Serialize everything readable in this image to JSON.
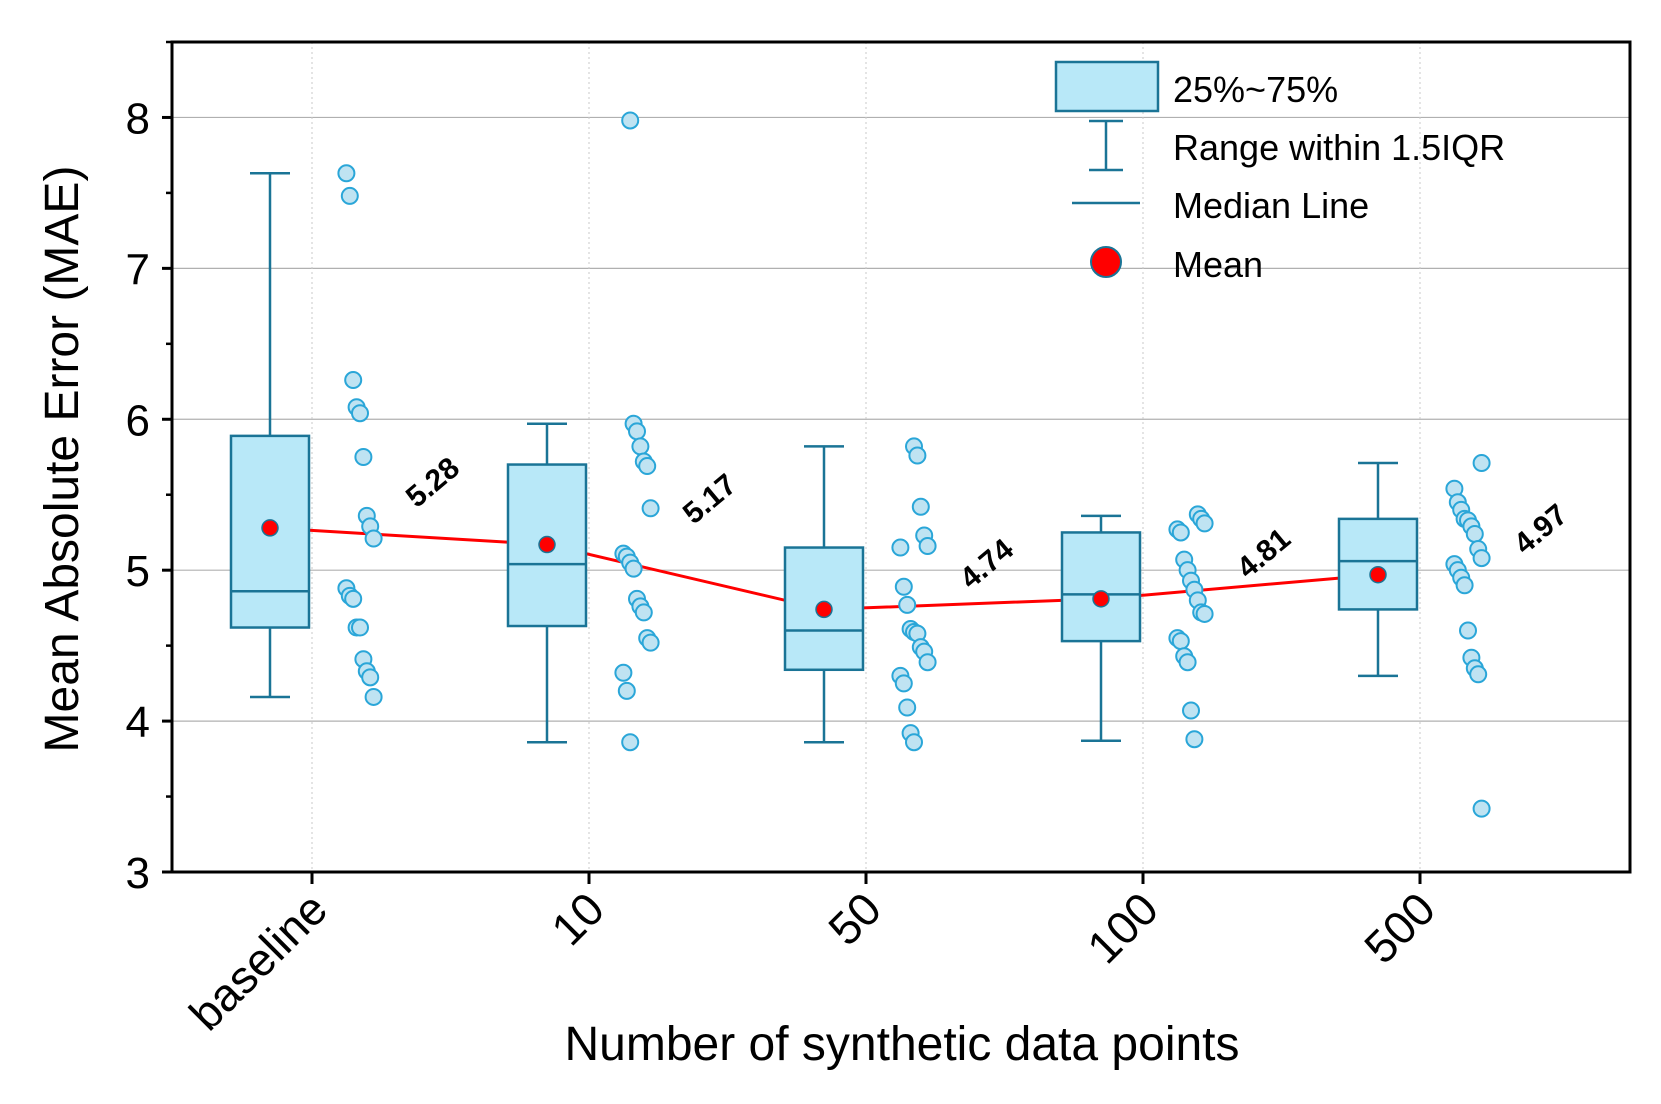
{
  "chart_data": {
    "type": "box",
    "xlabel": "Number of synthetic data points",
    "ylabel": "Mean Absolute Error (MAE)",
    "ylim": [
      3,
      8.5
    ],
    "yticks": [
      3,
      4,
      5,
      6,
      7,
      8
    ],
    "grid": "horizontal major lines, vertical dotted lines",
    "legend_position": "top-right",
    "categories": [
      "baseline",
      "10",
      "50",
      "100",
      "500"
    ],
    "legend": {
      "box": "25%~75%",
      "whisker": "Range within 1.5IQR",
      "median": "Median Line",
      "mean": "Mean"
    },
    "colors": {
      "box_fill": "#b8e8f8",
      "box_stroke": "#1a7496",
      "point_fill": "#bfe3f2",
      "point_stroke": "#2aa6d8",
      "mean": "#ff0000",
      "mean_line": "#ff0000",
      "grid": "#b0b0b0"
    },
    "groups": [
      {
        "category": "baseline",
        "q1": 4.62,
        "median": 4.86,
        "q3": 5.89,
        "whisker_low": 4.16,
        "whisker_high": 7.63,
        "mean": 5.28,
        "mean_label": "5.28",
        "points": [
          7.63,
          7.48,
          6.26,
          6.08,
          6.04,
          5.75,
          5.36,
          5.29,
          5.21,
          4.88,
          4.83,
          4.81,
          4.62,
          4.62,
          4.41,
          4.33,
          4.29,
          4.16
        ]
      },
      {
        "category": "10",
        "q1": 4.63,
        "median": 5.04,
        "q3": 5.7,
        "whisker_low": 3.86,
        "whisker_high": 5.97,
        "mean": 5.17,
        "mean_label": "5.17",
        "points": [
          7.98,
          5.97,
          5.92,
          5.82,
          5.72,
          5.69,
          5.41,
          5.11,
          5.09,
          5.05,
          5.01,
          4.81,
          4.76,
          4.72,
          4.55,
          4.52,
          4.32,
          4.2,
          3.86
        ]
      },
      {
        "category": "50",
        "q1": 4.34,
        "median": 4.6,
        "q3": 5.15,
        "whisker_low": 3.86,
        "whisker_high": 5.82,
        "mean": 4.74,
        "mean_label": "4.74",
        "points": [
          5.82,
          5.76,
          5.42,
          5.23,
          5.16,
          5.15,
          4.89,
          4.77,
          4.61,
          4.59,
          4.58,
          4.49,
          4.46,
          4.39,
          4.3,
          4.25,
          4.09,
          3.92,
          3.86
        ]
      },
      {
        "category": "100",
        "q1": 4.53,
        "median": 4.84,
        "q3": 5.25,
        "whisker_low": 3.87,
        "whisker_high": 5.36,
        "mean": 4.81,
        "mean_label": "4.81",
        "points": [
          5.37,
          5.34,
          5.31,
          5.27,
          5.25,
          5.07,
          5.0,
          4.93,
          4.87,
          4.8,
          4.72,
          4.71,
          4.55,
          4.53,
          4.43,
          4.39,
          4.07,
          3.88
        ]
      },
      {
        "category": "500",
        "q1": 4.74,
        "median": 5.06,
        "q3": 5.34,
        "whisker_low": 4.3,
        "whisker_high": 5.71,
        "mean": 4.97,
        "mean_label": "4.97",
        "points": [
          5.71,
          5.54,
          5.45,
          5.4,
          5.34,
          5.33,
          5.29,
          5.24,
          5.14,
          5.08,
          5.04,
          5.0,
          4.95,
          4.9,
          4.6,
          4.42,
          4.35,
          4.31,
          3.42
        ]
      }
    ]
  }
}
